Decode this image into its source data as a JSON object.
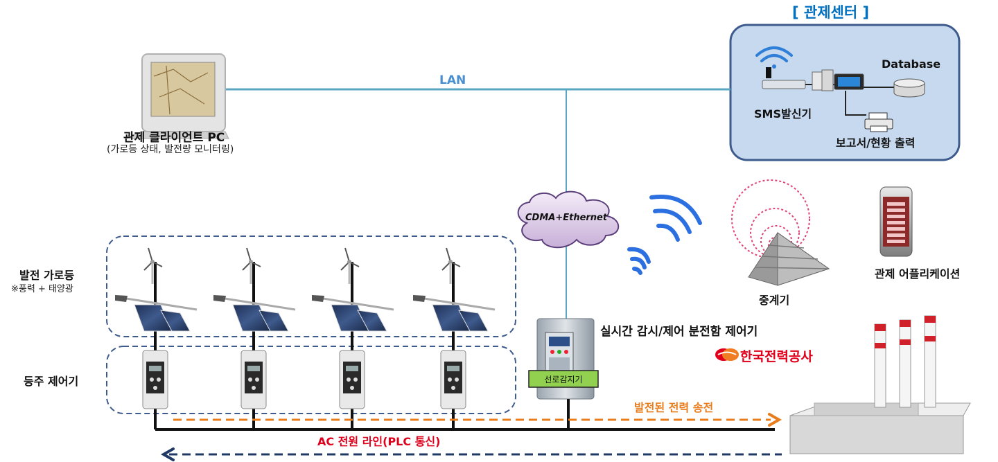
{
  "control_center": {
    "title": "[ 관제센터 ]",
    "database_label": "Database",
    "sms_label": "SMS발신기",
    "report_label": "보고서/현황 출력"
  },
  "network": {
    "lan_label": "LAN",
    "cdma_label": "CDMA+Ethernet"
  },
  "client_pc": {
    "title": "관제 클라이언트 PC",
    "subtitle": "(가로등 상태, 발전량 모니터링)"
  },
  "streetlights": {
    "title": "발전 가로등",
    "note": "※풍력 + 태양광",
    "count": 4
  },
  "pole_controller": {
    "label": "등주 제어기"
  },
  "distribution_box": {
    "label": "실시간 감시/제어 분전함 제어기",
    "sublabel": "선로감지기"
  },
  "repeater": {
    "label": "중계기"
  },
  "mobile_app": {
    "label": "관제 어플리케이션"
  },
  "kepco": {
    "label": "한국전력공사"
  },
  "power_lines": {
    "transmission_label": "발전된 전력 송전",
    "ac_line_label": "AC 전원 라인(PLC 통신)"
  },
  "colors": {
    "lan_line": "#5ba5c5",
    "panel_fill": "#c7d9ef",
    "panel_border": "#3d5b8c",
    "title_blue": "#0070c0",
    "wifi_blue": "#2c6fe0",
    "repeater_pink": "#e0457a",
    "orange_arrow": "#e87d1e",
    "red_label": "#e0001c",
    "navy_arrow": "#1f3864"
  }
}
